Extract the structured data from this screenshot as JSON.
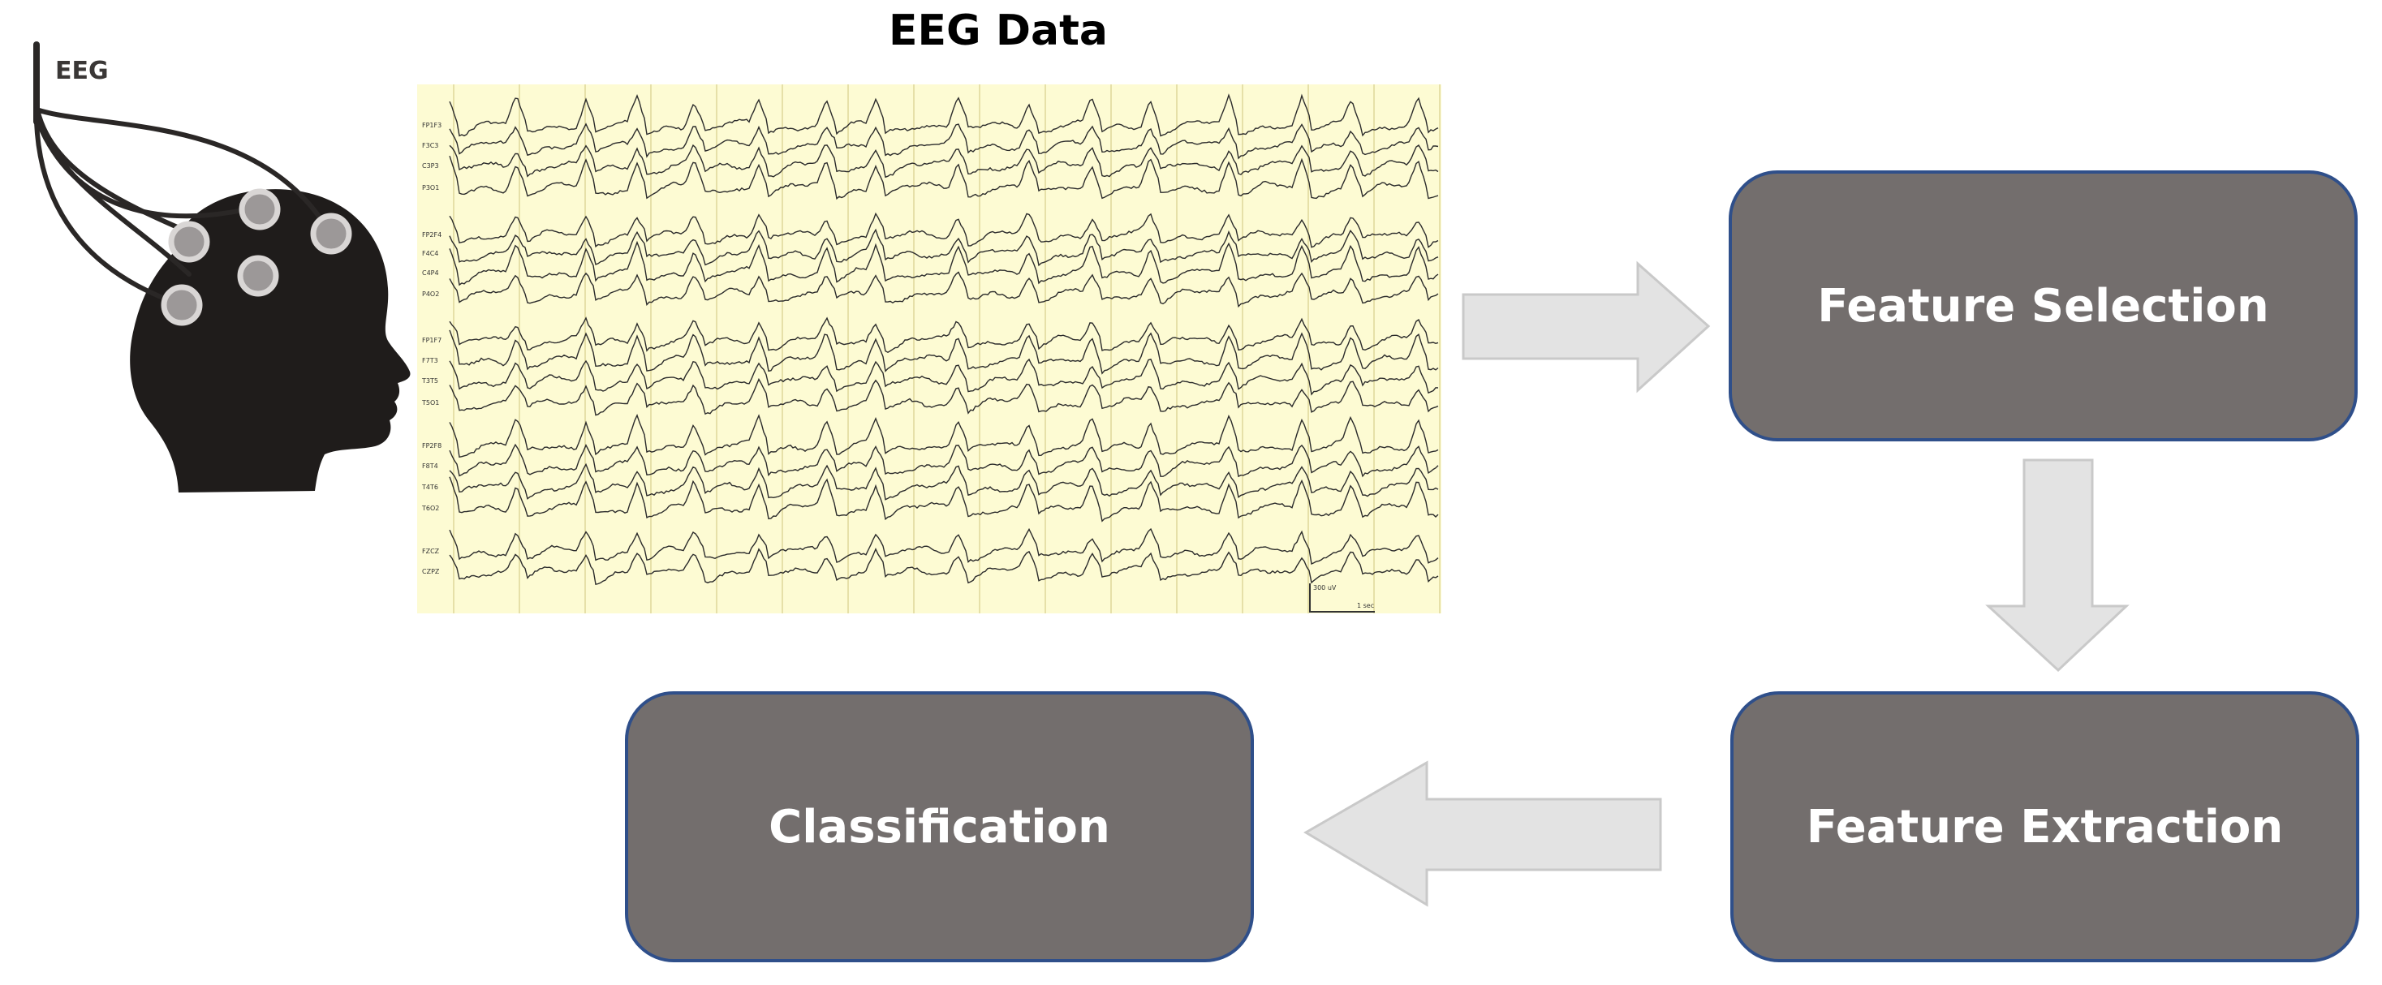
{
  "title": "EEG Data",
  "headset": {
    "cable_label": "EEG"
  },
  "eeg_panel": {
    "channel_labels": [
      "FP1F3",
      "F3C3",
      "C3P3",
      "P3O1",
      "FP2F4",
      "F4C4",
      "C4P4",
      "P4O2",
      "FP1F7",
      "F7T3",
      "T3T5",
      "T5O1",
      "FP2F8",
      "F8T4",
      "T4T6",
      "T6O2",
      "FZCZ",
      "CZPZ"
    ],
    "scale_amplitude": "300 uV",
    "scale_time": "1 sec"
  },
  "steps": {
    "feature_selection": "Feature Selection",
    "feature_extraction": "Feature Extraction",
    "classification": "Classification"
  },
  "colors": {
    "box_fill": "#736e6d",
    "box_border": "#2f4f8a",
    "arrow_fill": "#e3e3e3",
    "arrow_stroke": "#c9c9c9",
    "eeg_background": "#fdfbd3",
    "head_fill": "#1f1c1b"
  }
}
